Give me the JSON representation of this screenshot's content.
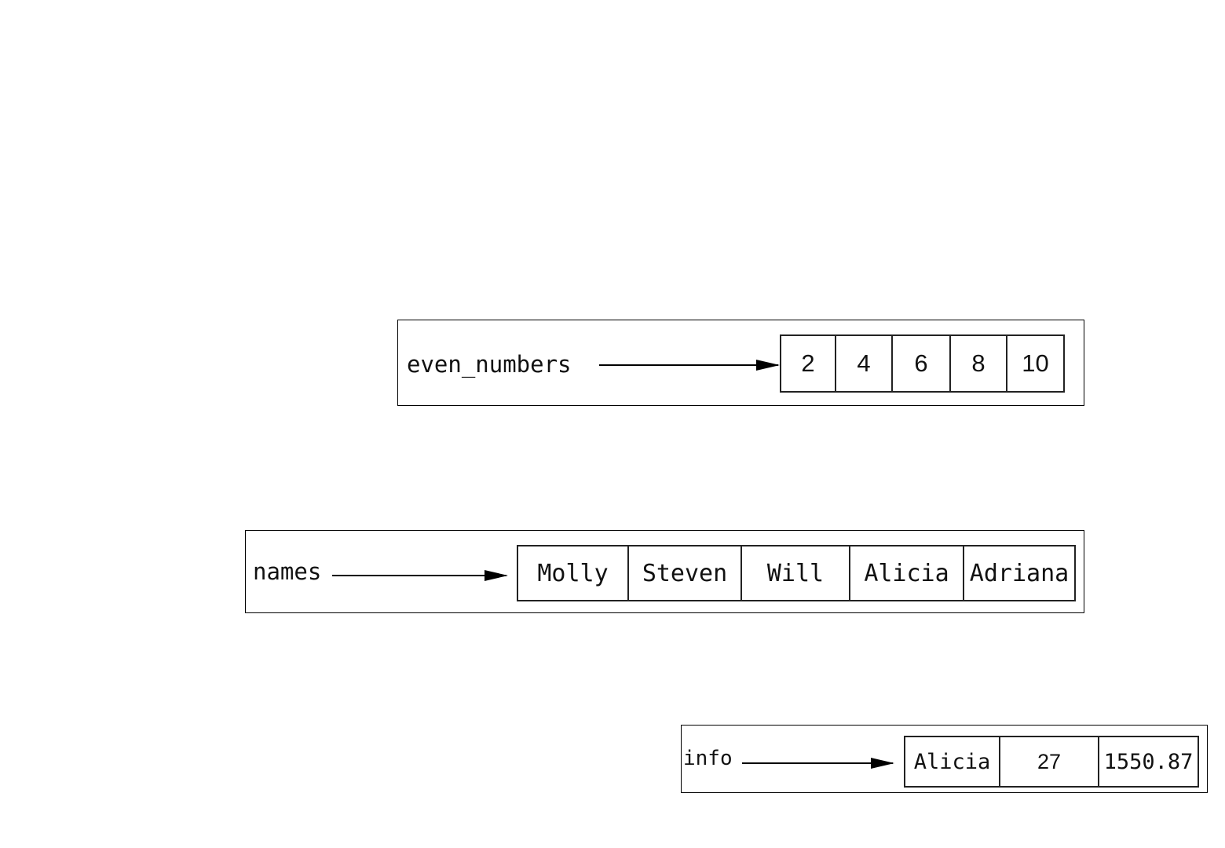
{
  "diagrams": [
    {
      "variable": "even_numbers",
      "elements": [
        "2",
        "4",
        "6",
        "8",
        "10"
      ]
    },
    {
      "variable": "names",
      "elements": [
        "Molly",
        "Steven",
        "Will",
        "Alicia",
        "Adriana"
      ]
    },
    {
      "variable": "info",
      "elements": [
        "Alicia",
        "27",
        "1550.87"
      ]
    }
  ]
}
